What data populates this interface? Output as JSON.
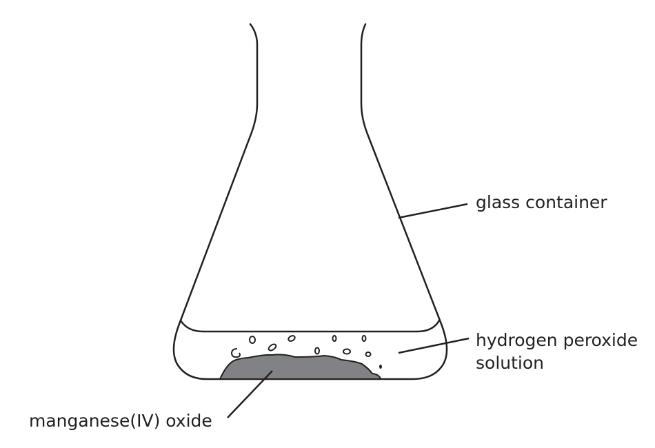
{
  "labels": {
    "glass_container": "glass container",
    "solution_line1": "hydrogen peroxide",
    "solution_line2": "solution",
    "solid": "manganese(IV) oxide"
  },
  "colors": {
    "stroke": "#231f20",
    "solid_fill": "#808285"
  }
}
